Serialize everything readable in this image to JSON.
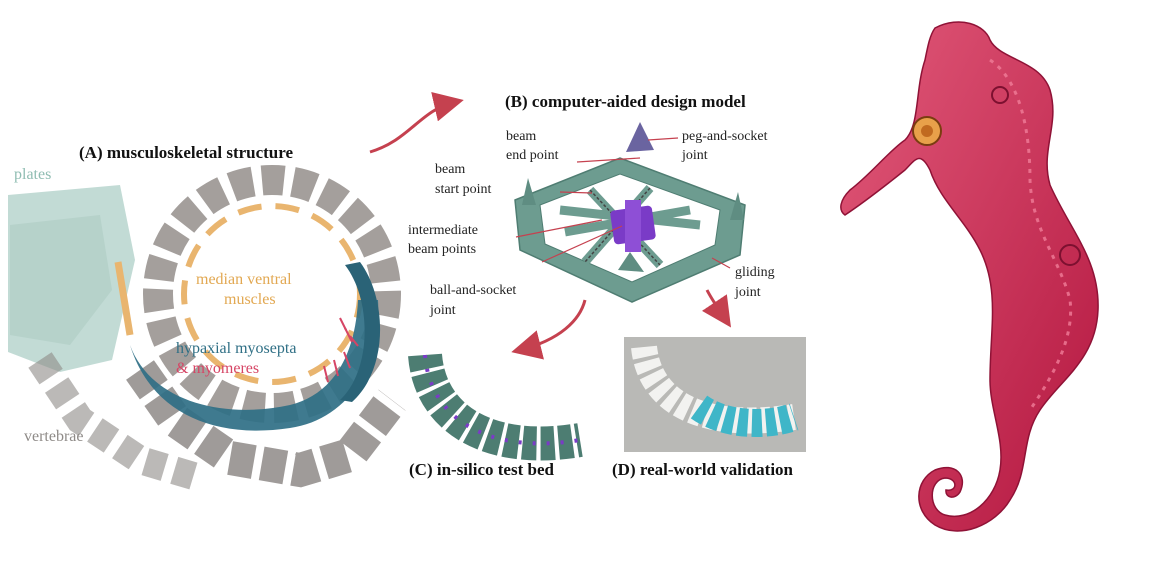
{
  "panels": {
    "a_title": "(A) musculoskeletal structure",
    "b_title": "(B) computer-aided design model",
    "c_title": "(C) in-silico test bed",
    "d_title": "(D) real-world validation"
  },
  "labels_a": {
    "plates": "plates",
    "median_ventral_1": "median ventral",
    "median_ventral_2": "muscles",
    "hypaxial_1": "hypaxial myosepta",
    "hypaxial_2": "& myomeres",
    "vertebrae": "vertebrae"
  },
  "labels_b": {
    "beam_end_1": "beam",
    "beam_end_2": "end point",
    "peg_1": "peg-and-socket",
    "peg_2": "joint",
    "beam_start_1": "beam",
    "beam_start_2": "start point",
    "intermediate_1": "intermediate",
    "intermediate_2": "beam points",
    "ball_1": "ball-and-socket",
    "ball_2": "joint",
    "gliding_1": "gliding",
    "gliding_2": "joint"
  },
  "colors": {
    "plates": "#8fbdb2",
    "muscles": "#e9b56f",
    "hypaxial": "#2f6f85",
    "myomeres": "#d64565",
    "vertebrae": "#8e8a87",
    "arrow": "#c5414f",
    "cad_body": "#6d9c90",
    "cad_purple": "#7a3bc7",
    "seahorse": "#c81f4e"
  }
}
